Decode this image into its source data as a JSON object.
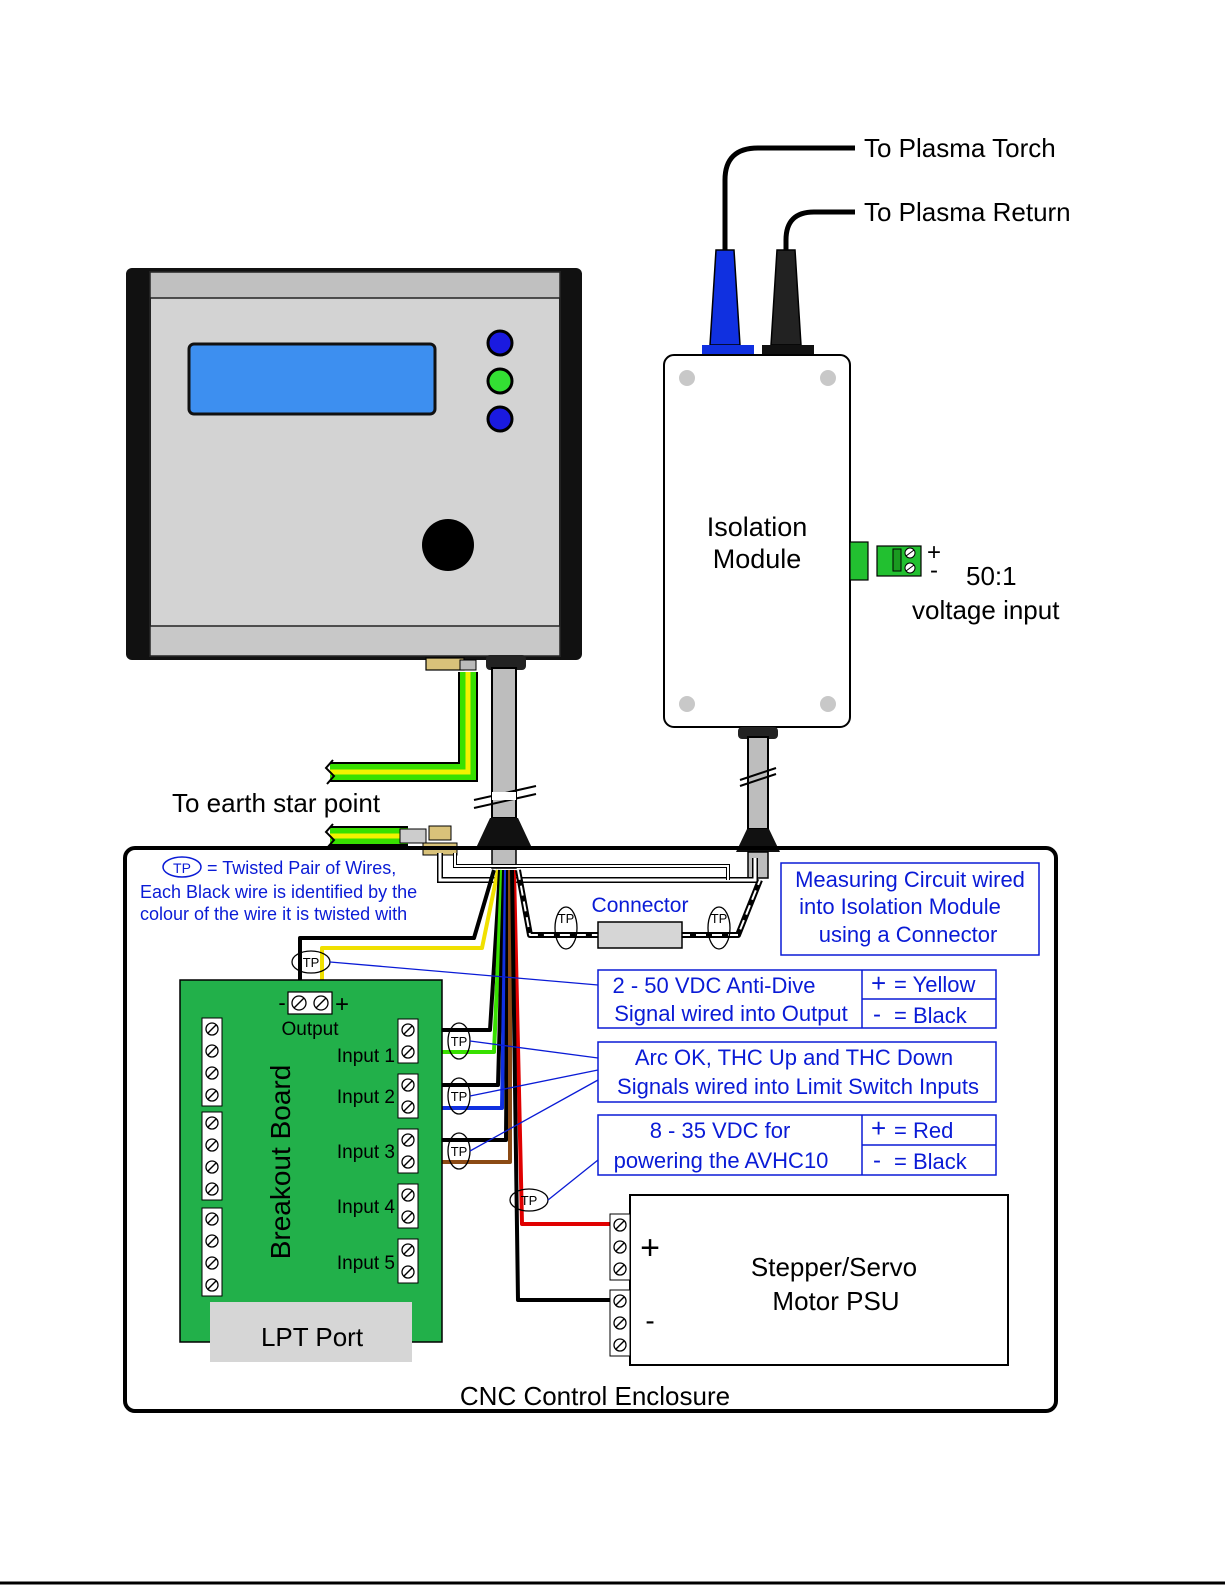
{
  "labels": {
    "to_plasma_torch": "To Plasma Torch",
    "to_plasma_return": "To Plasma Return",
    "isolation_module_line1": "Isolation",
    "isolation_module_line2": "Module",
    "voltage_ratio": "50:1",
    "voltage_input": "voltage input",
    "plus": "+",
    "minus": "-",
    "to_earth_star_point": "To earth star point",
    "tp": "TP",
    "tp_legend_text": "= Twisted Pair of Wires,",
    "tp_legend_line2": "Each Black wire is identified by the",
    "tp_legend_line3": "colour of the wire it is twisted with",
    "connector": "Connector",
    "measuring_line1": "Measuring Circuit wired",
    "measuring_line2": "into Isolation Module",
    "measuring_line3": "using a Connector",
    "antidive_line1": "2 - 50 VDC Anti-Dive",
    "antidive_line2": "Signal wired into Output",
    "antidive_plus": "= Yellow",
    "antidive_minus": "= Black",
    "arc_line1": "Arc OK, THC Up and THC Down",
    "arc_line2": "Signals wired into Limit Switch Inputs",
    "power_line1": "8 - 35 VDC for",
    "power_line2": "powering the AVHC10",
    "power_plus": "= Red",
    "power_minus": "= Black",
    "output": "Output",
    "input1": "Input 1",
    "input2": "Input 2",
    "input3": "Input 3",
    "input4": "Input 4",
    "input5": "Input 5",
    "breakout_board": "Breakout Board",
    "lpt_port": "LPT Port",
    "psu_line1": "Stepper/Servo",
    "psu_line2": "Motor PSU",
    "cnc_enclosure": "CNC Control Enclosure"
  },
  "colors": {
    "annotation_blue": "#0a1bd6",
    "board_green": "#22b04a",
    "lcd_blue": "#3d8ff0",
    "earth_yellow": "#f2f200",
    "earth_green": "#38e000",
    "wire_red": "#e00000",
    "wire_brown": "#8b4a14",
    "wire_yellow": "#f0e000",
    "wire_green": "#38e000",
    "wire_blue": "#1030e0"
  }
}
